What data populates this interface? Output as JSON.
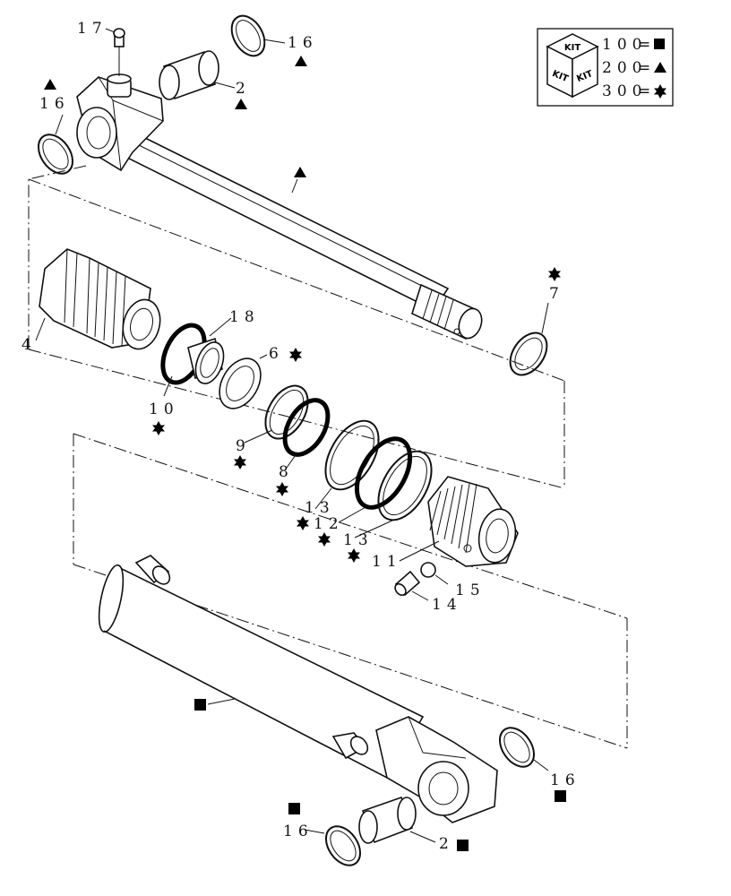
{
  "legend": {
    "kit_badge": "KIT",
    "rows": [
      {
        "code": "100",
        "symbol": "square"
      },
      {
        "code": "200",
        "symbol": "triangle"
      },
      {
        "code": "300",
        "symbol": "star"
      }
    ]
  },
  "callouts": {
    "c17": "17",
    "c16_top_right": "16",
    "c16_top_left": "16",
    "c2_top": "2",
    "c4": "4",
    "c18": "18",
    "c10": "10",
    "c6": "6",
    "c7": "7",
    "c9": "9",
    "c8": "8",
    "c13_a": "13",
    "c12": "12",
    "c13_b": "13",
    "c11": "11",
    "c15": "15",
    "c14": "14",
    "c16_bottom_right": "16",
    "c16_bottom_left": "16",
    "c2_bottom": "2"
  }
}
